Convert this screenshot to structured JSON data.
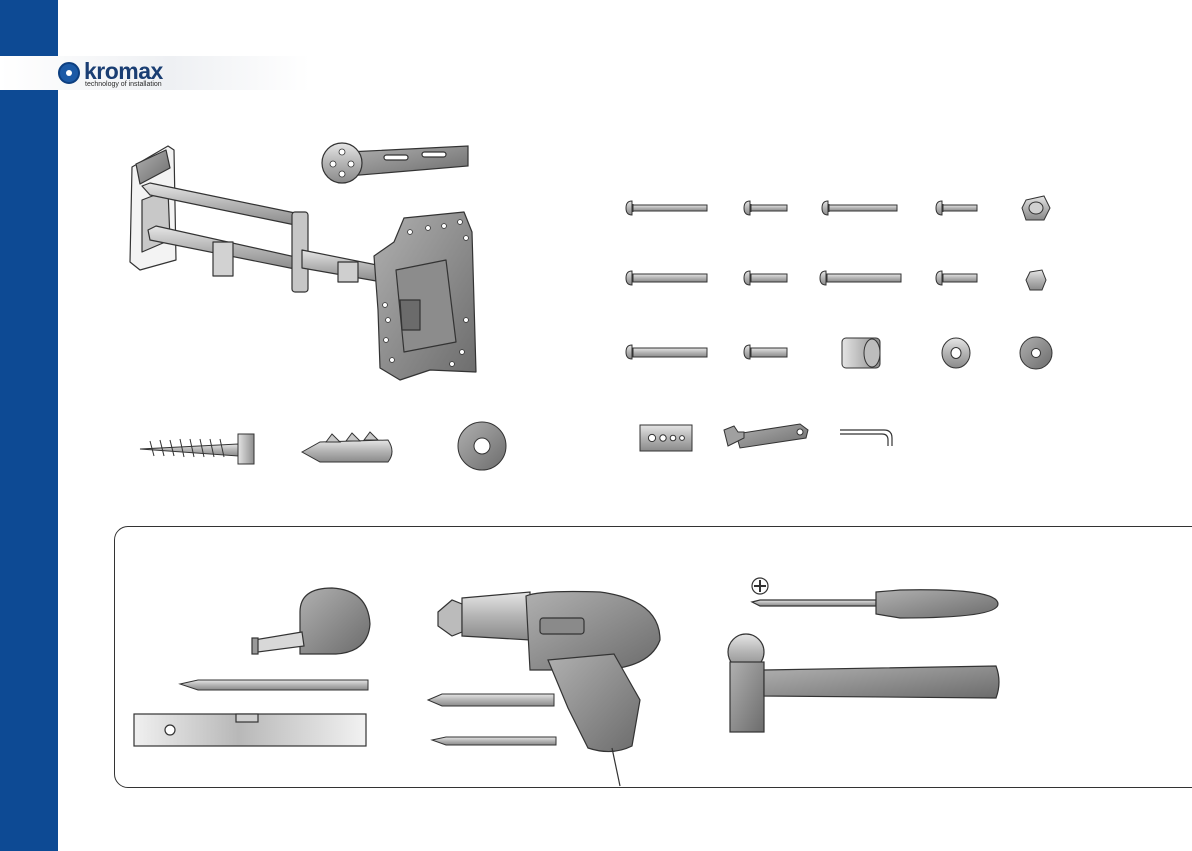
{
  "brand": {
    "name": "kromax",
    "tagline": "technology of installation",
    "color": "#0d4a94"
  },
  "kit_parts": {
    "wall_arm": "articulating-wall-mount-icon",
    "support_bar": "support-strap-icon",
    "bolt_rows": 3,
    "accessories": [
      "spacer-plate-icon",
      "wrench-icon",
      "hex-key-icon"
    ],
    "wall_fixings": [
      "lag-screw-icon",
      "wall-anchor-icon",
      "flat-washer-icon"
    ]
  },
  "tools_required": [
    "tape-measure-icon",
    "pencil-icon",
    "spirit-level-icon",
    "drill-icon",
    "drill-bit-icon",
    "screwdriver-icon",
    "hammer-icon"
  ]
}
